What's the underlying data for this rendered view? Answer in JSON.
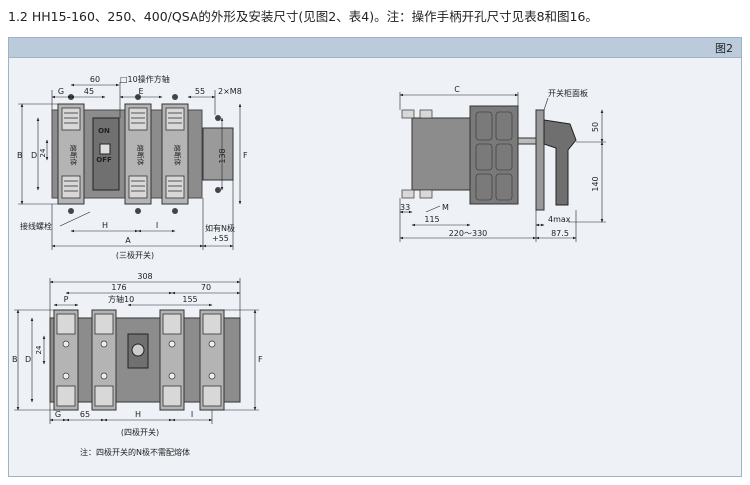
{
  "heading": "1.2 HH15-160、250、400/QSA的外形及安装尺寸(见图2、表4)。注：操作手柄开孔尺寸见表8和图16。",
  "figure_label": "图2",
  "three_pole": {
    "dims_top": [
      "60",
      "□10操作方轴",
      "G",
      "45",
      "E",
      "55",
      "2×M8"
    ],
    "on_label": "ON",
    "off_label": "OFF",
    "fuse_label": "熔断体",
    "dims_left": [
      "B",
      "D",
      "24"
    ],
    "dim_right": "138",
    "dims_right_letter": "F",
    "bolt_label": "接线螺栓",
    "dims_bottom": [
      "H",
      "I",
      "A"
    ],
    "n_note": "如有N极",
    "n_note_value": "+55",
    "caption": "(三极开关)"
  },
  "side_view": {
    "dim_c": "C",
    "panel_label": "开关柜面板",
    "dims_right": [
      "50",
      "140"
    ],
    "dims_bottom": [
      "M",
      "33",
      "115",
      "220～330",
      "4max",
      "87.5"
    ]
  },
  "four_pole": {
    "dims_top": [
      "308",
      "176",
      "70",
      "P",
      "方轴10",
      "155"
    ],
    "dims_left": [
      "B",
      "D",
      "24"
    ],
    "dims_right_letter": "F",
    "dims_bottom": [
      "G",
      "65",
      "H",
      "I"
    ],
    "caption": "(四极开关)"
  },
  "note": "注：四极开关的N极不需配熔体",
  "colors": {
    "body": "#8a8a8a",
    "body_dark": "#555555",
    "panel_bg": "#eef2f7",
    "header": "#bccbdc"
  }
}
